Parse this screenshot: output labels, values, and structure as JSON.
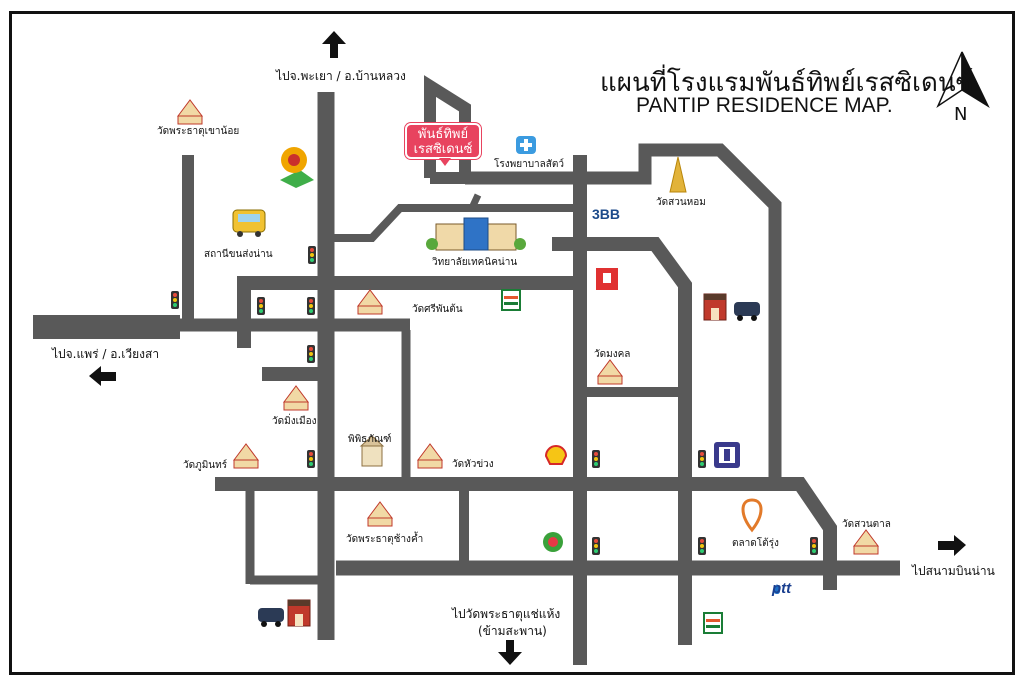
{
  "title": {
    "thai": "แผนที่โรงแรมพันธ์ทิพย์เรสซิเดนซ์",
    "english": "PANTIP RESIDENCE MAP."
  },
  "compass": {
    "label": "N"
  },
  "hotel_pin": {
    "line1": "พันธ์ทิพย์",
    "line2": "เรสซิเดนซ์"
  },
  "directions": {
    "north": "ไปจ.พะเยา / อ.บ้านหลวง",
    "west": "ไปจ.แพร่ / อ.เวียงสา",
    "east": "ไปสนามบินน่าน",
    "south_line1": "ไปวัดพระธาตุแช่แห้ง",
    "south_line2": "(ข้ามสะพาน)"
  },
  "places": {
    "wat_phrathat_khao_noi": "วัดพระธาตุเขาน้อย",
    "animal_hospital": "โรงพยาบาลสัตว์",
    "wat_suan_hom": "วัดสวนหอม",
    "bus_station": "สถานีขนส่งน่าน",
    "tech_college": "วิทยาลัยเทคนิคน่าน",
    "wat_si_phan_ton": "วัดศรีพันต้น",
    "wat_mongkhon": "วัดมงคล",
    "wat_ming_mueang": "วัดมิ่งเมือง",
    "museum": "พิพิธภัณฑ์",
    "wat_hua_khuang": "วัดหัวข่วง",
    "wat_phumin": "วัดภูมินทร์",
    "wat_phrathat_chang_kham": "วัดพระธาตุช้างค้ำ",
    "talat_tosrung": "ตลาดโต้รุ่ง",
    "wat_suan_tan": "วัดสวนตาล"
  },
  "logos": {
    "ptt": "ptt",
    "3bb": "3BB"
  },
  "colors": {
    "road": "#595959",
    "pin": "#e8435f",
    "frame": "#111111"
  }
}
